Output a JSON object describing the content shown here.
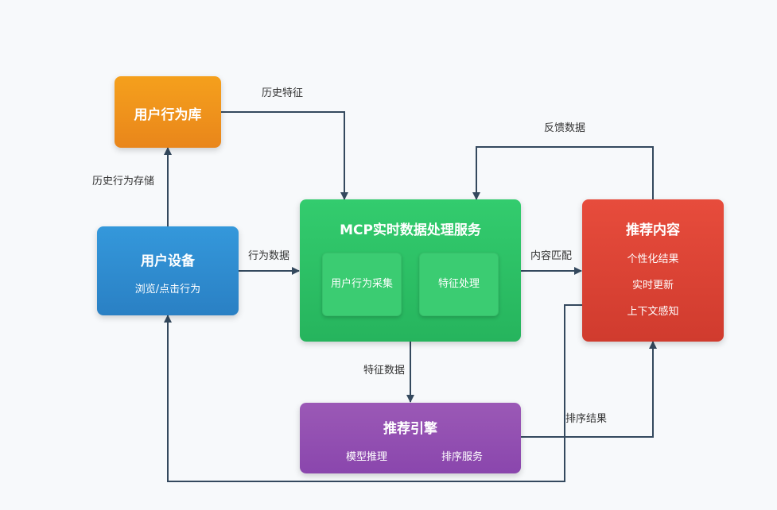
{
  "colors": {
    "orange": "#f0921a",
    "blue": "#2f8fd6",
    "green": "#2ec86a",
    "red": "#e2493e",
    "purple": "#9452b7",
    "line": "#34495e"
  },
  "boxes": {
    "behavior_db": {
      "title": "用户行为库"
    },
    "user_device": {
      "title": "用户设备",
      "sub": "浏览/点击行为"
    },
    "mcp_service": {
      "title": "MCP实时数据处理服务",
      "modules": [
        "用户行为采集",
        "特征处理"
      ]
    },
    "recommend_content": {
      "title": "推荐内容",
      "items": [
        "个性化结果",
        "实时更新",
        "上下文感知"
      ]
    },
    "engine": {
      "title": "推荐引擎",
      "items": [
        "模型推理",
        "排序服务"
      ]
    }
  },
  "edges": {
    "history_features": "历史特征",
    "history_storage": "历史行为存储",
    "behavior_data": "行为数据",
    "feedback_data": "反馈数据",
    "content_match": "内容匹配",
    "feature_data": "特征数据",
    "rank_result": "排序结果"
  }
}
